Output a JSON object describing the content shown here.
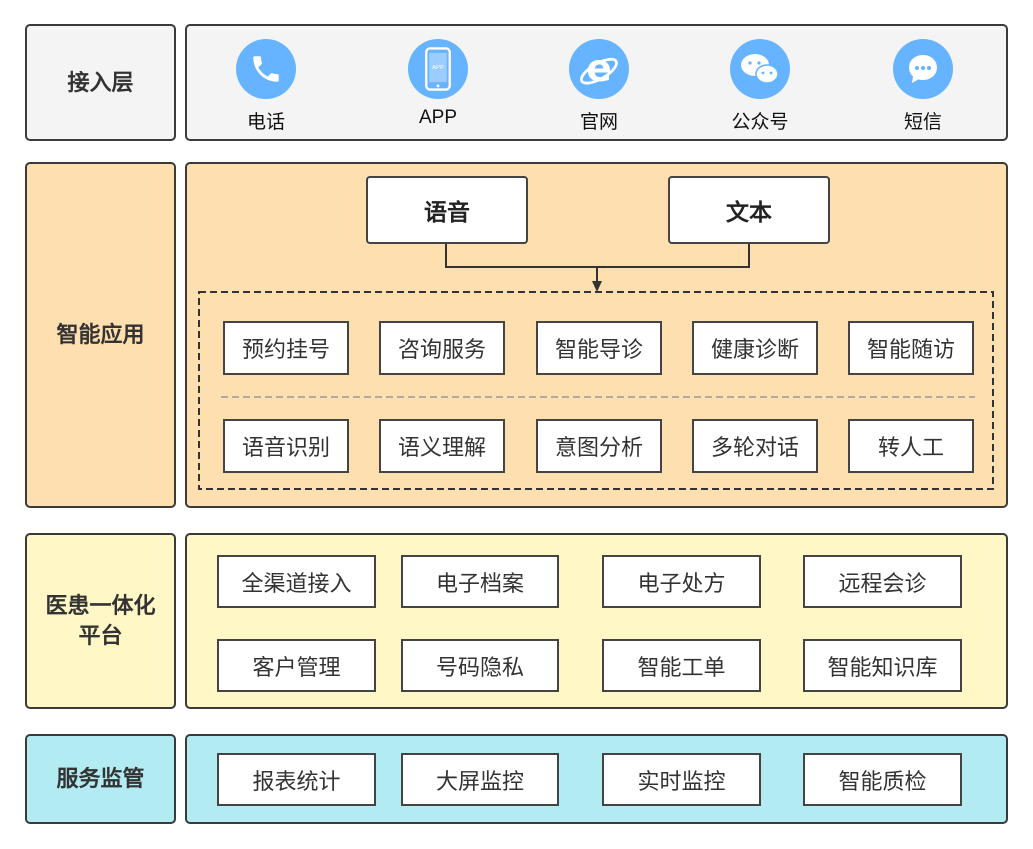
{
  "layers": {
    "access": {
      "label": "接入层",
      "channels": [
        {
          "label": "电话",
          "icon": "phone-icon"
        },
        {
          "label": "APP",
          "icon": "mobile-app-icon",
          "badge": "APP"
        },
        {
          "label": "官网",
          "icon": "browser-ie-icon"
        },
        {
          "label": "公众号",
          "icon": "wechat-icon"
        },
        {
          "label": "短信",
          "icon": "sms-icon"
        }
      ]
    },
    "smart": {
      "label": "智能应用",
      "inputs": [
        "语音",
        "文本"
      ],
      "row1": [
        "预约挂号",
        "咨询服务",
        "智能导诊",
        "健康诊断",
        "智能随访"
      ],
      "row2": [
        "语音识别",
        "语义理解",
        "意图分析",
        "多轮对话",
        "转人工"
      ]
    },
    "platform": {
      "label": "医患一体化平台",
      "row1": [
        "全渠道接入",
        "电子档案",
        "电子处方",
        "远程会诊"
      ],
      "row2": [
        "客户管理",
        "号码隐私",
        "智能工单",
        "智能知识库"
      ]
    },
    "monitor": {
      "label": "服务监管",
      "items": [
        "报表统计",
        "大屏监控",
        "实时监控",
        "智能质检"
      ]
    }
  },
  "colors": {
    "access": "#f4f4f4",
    "smart": "#fedfb0",
    "platform": "#fff8c6",
    "monitor": "#b3ebf2",
    "icon": "#66b3ff"
  }
}
